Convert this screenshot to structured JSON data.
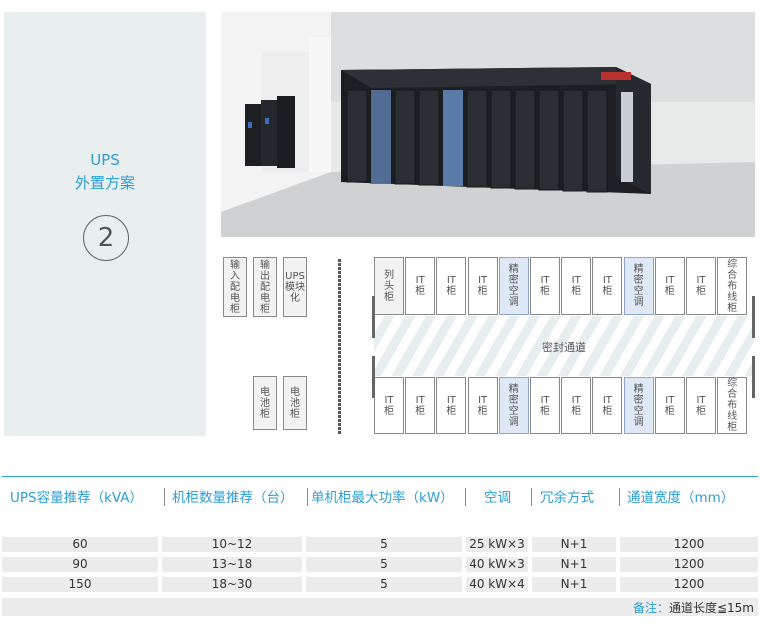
{
  "scheme": {
    "line1": "UPS",
    "line2": "外置方案",
    "number": "2"
  },
  "left_cabinets_top": [
    {
      "label": "输入配电柜"
    },
    {
      "label": "输出配电柜"
    },
    {
      "label": "UPS模块化"
    }
  ],
  "battery_cabinets": [
    {
      "label": "电池柜"
    },
    {
      "label": "电池柜"
    }
  ],
  "top_row": [
    {
      "label": "列头柜",
      "kind": "grey"
    },
    {
      "label": "IT柜",
      "kind": "plain"
    },
    {
      "label": "IT柜",
      "kind": "plain"
    },
    {
      "label": "IT柜",
      "kind": "plain"
    },
    {
      "label": "精密空调",
      "kind": "blue"
    },
    {
      "label": "IT柜",
      "kind": "plain"
    },
    {
      "label": "IT柜",
      "kind": "plain"
    },
    {
      "label": "IT柜",
      "kind": "plain"
    },
    {
      "label": "精密空调",
      "kind": "blue"
    },
    {
      "label": "IT柜",
      "kind": "plain"
    },
    {
      "label": "IT柜",
      "kind": "plain"
    },
    {
      "label": "综合布线柜",
      "kind": "plain"
    }
  ],
  "bottom_row": [
    {
      "label": "IT柜",
      "kind": "plain"
    },
    {
      "label": "IT柜",
      "kind": "plain"
    },
    {
      "label": "IT柜",
      "kind": "plain"
    },
    {
      "label": "IT柜",
      "kind": "plain"
    },
    {
      "label": "精密空调",
      "kind": "blue"
    },
    {
      "label": "IT柜",
      "kind": "plain"
    },
    {
      "label": "IT柜",
      "kind": "plain"
    },
    {
      "label": "IT柜",
      "kind": "plain"
    },
    {
      "label": "精密空调",
      "kind": "blue"
    },
    {
      "label": "IT柜",
      "kind": "plain"
    },
    {
      "label": "IT柜",
      "kind": "plain"
    },
    {
      "label": "综合布线柜",
      "kind": "plain"
    }
  ],
  "aisle_label": "密封通道",
  "table": {
    "headers": [
      "UPS容量推荐（kVA）",
      "机柜数量推荐（台）",
      "单机柜最大功率（kW）",
      "空调",
      "冗余方式",
      "通道宽度（mm）"
    ],
    "rows": [
      [
        "60",
        "10~12",
        "5",
        "25 kW×3",
        "N+1",
        "1200"
      ],
      [
        "90",
        "13~18",
        "5",
        "40 kW×3",
        "N+1",
        "1200"
      ],
      [
        "150",
        "18~30",
        "5",
        "40 kW×4",
        "N+1",
        "1200"
      ]
    ]
  },
  "note": {
    "label": "备注：",
    "text": "通道长度≦15m"
  },
  "colors": {
    "accent": "#2b9fd4",
    "panel": "#e9eeee",
    "ac_cabinet": "#dfe8f6"
  }
}
